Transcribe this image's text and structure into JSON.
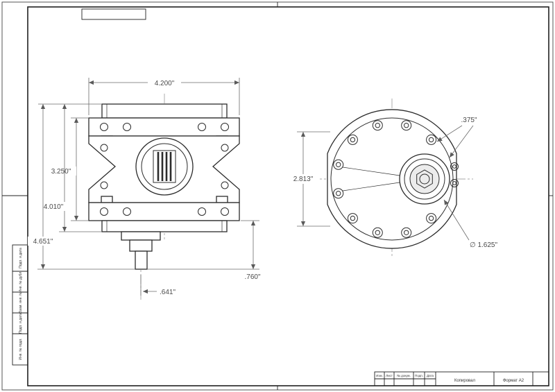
{
  "sheet": {
    "bg_color": "#ffffff",
    "line_color": "#2b2b2b",
    "dim_color": "#4a4a4a"
  },
  "side_view": {
    "dim_width": "4.200\"",
    "dim_body_height": "3.250\"",
    "dim_plate_height": "4.010\"",
    "dim_total_height": "4.651\"",
    "dim_shaft_offset": ".641\"",
    "dim_shaft_length": ".760\""
  },
  "front_view": {
    "dim_face_height": "2.813\"",
    "dim_bolt_hole": ".375\"",
    "dim_bore": "∅ 1.625\""
  },
  "title_block": {
    "col_rev": "Изм.",
    "col_sheet": "Лист",
    "col_doc": "№ докум.",
    "col_sign": "Подп.",
    "col_date": "Дата",
    "copied": "Копировал",
    "format": "Формат A2"
  },
  "margin_labels": {
    "l1": "Подп. и дата",
    "l2": "Инв. № дубл.",
    "l3": "Взам. инв. №",
    "l4": "Подп. и дата",
    "l5": "Инв. № подл."
  }
}
